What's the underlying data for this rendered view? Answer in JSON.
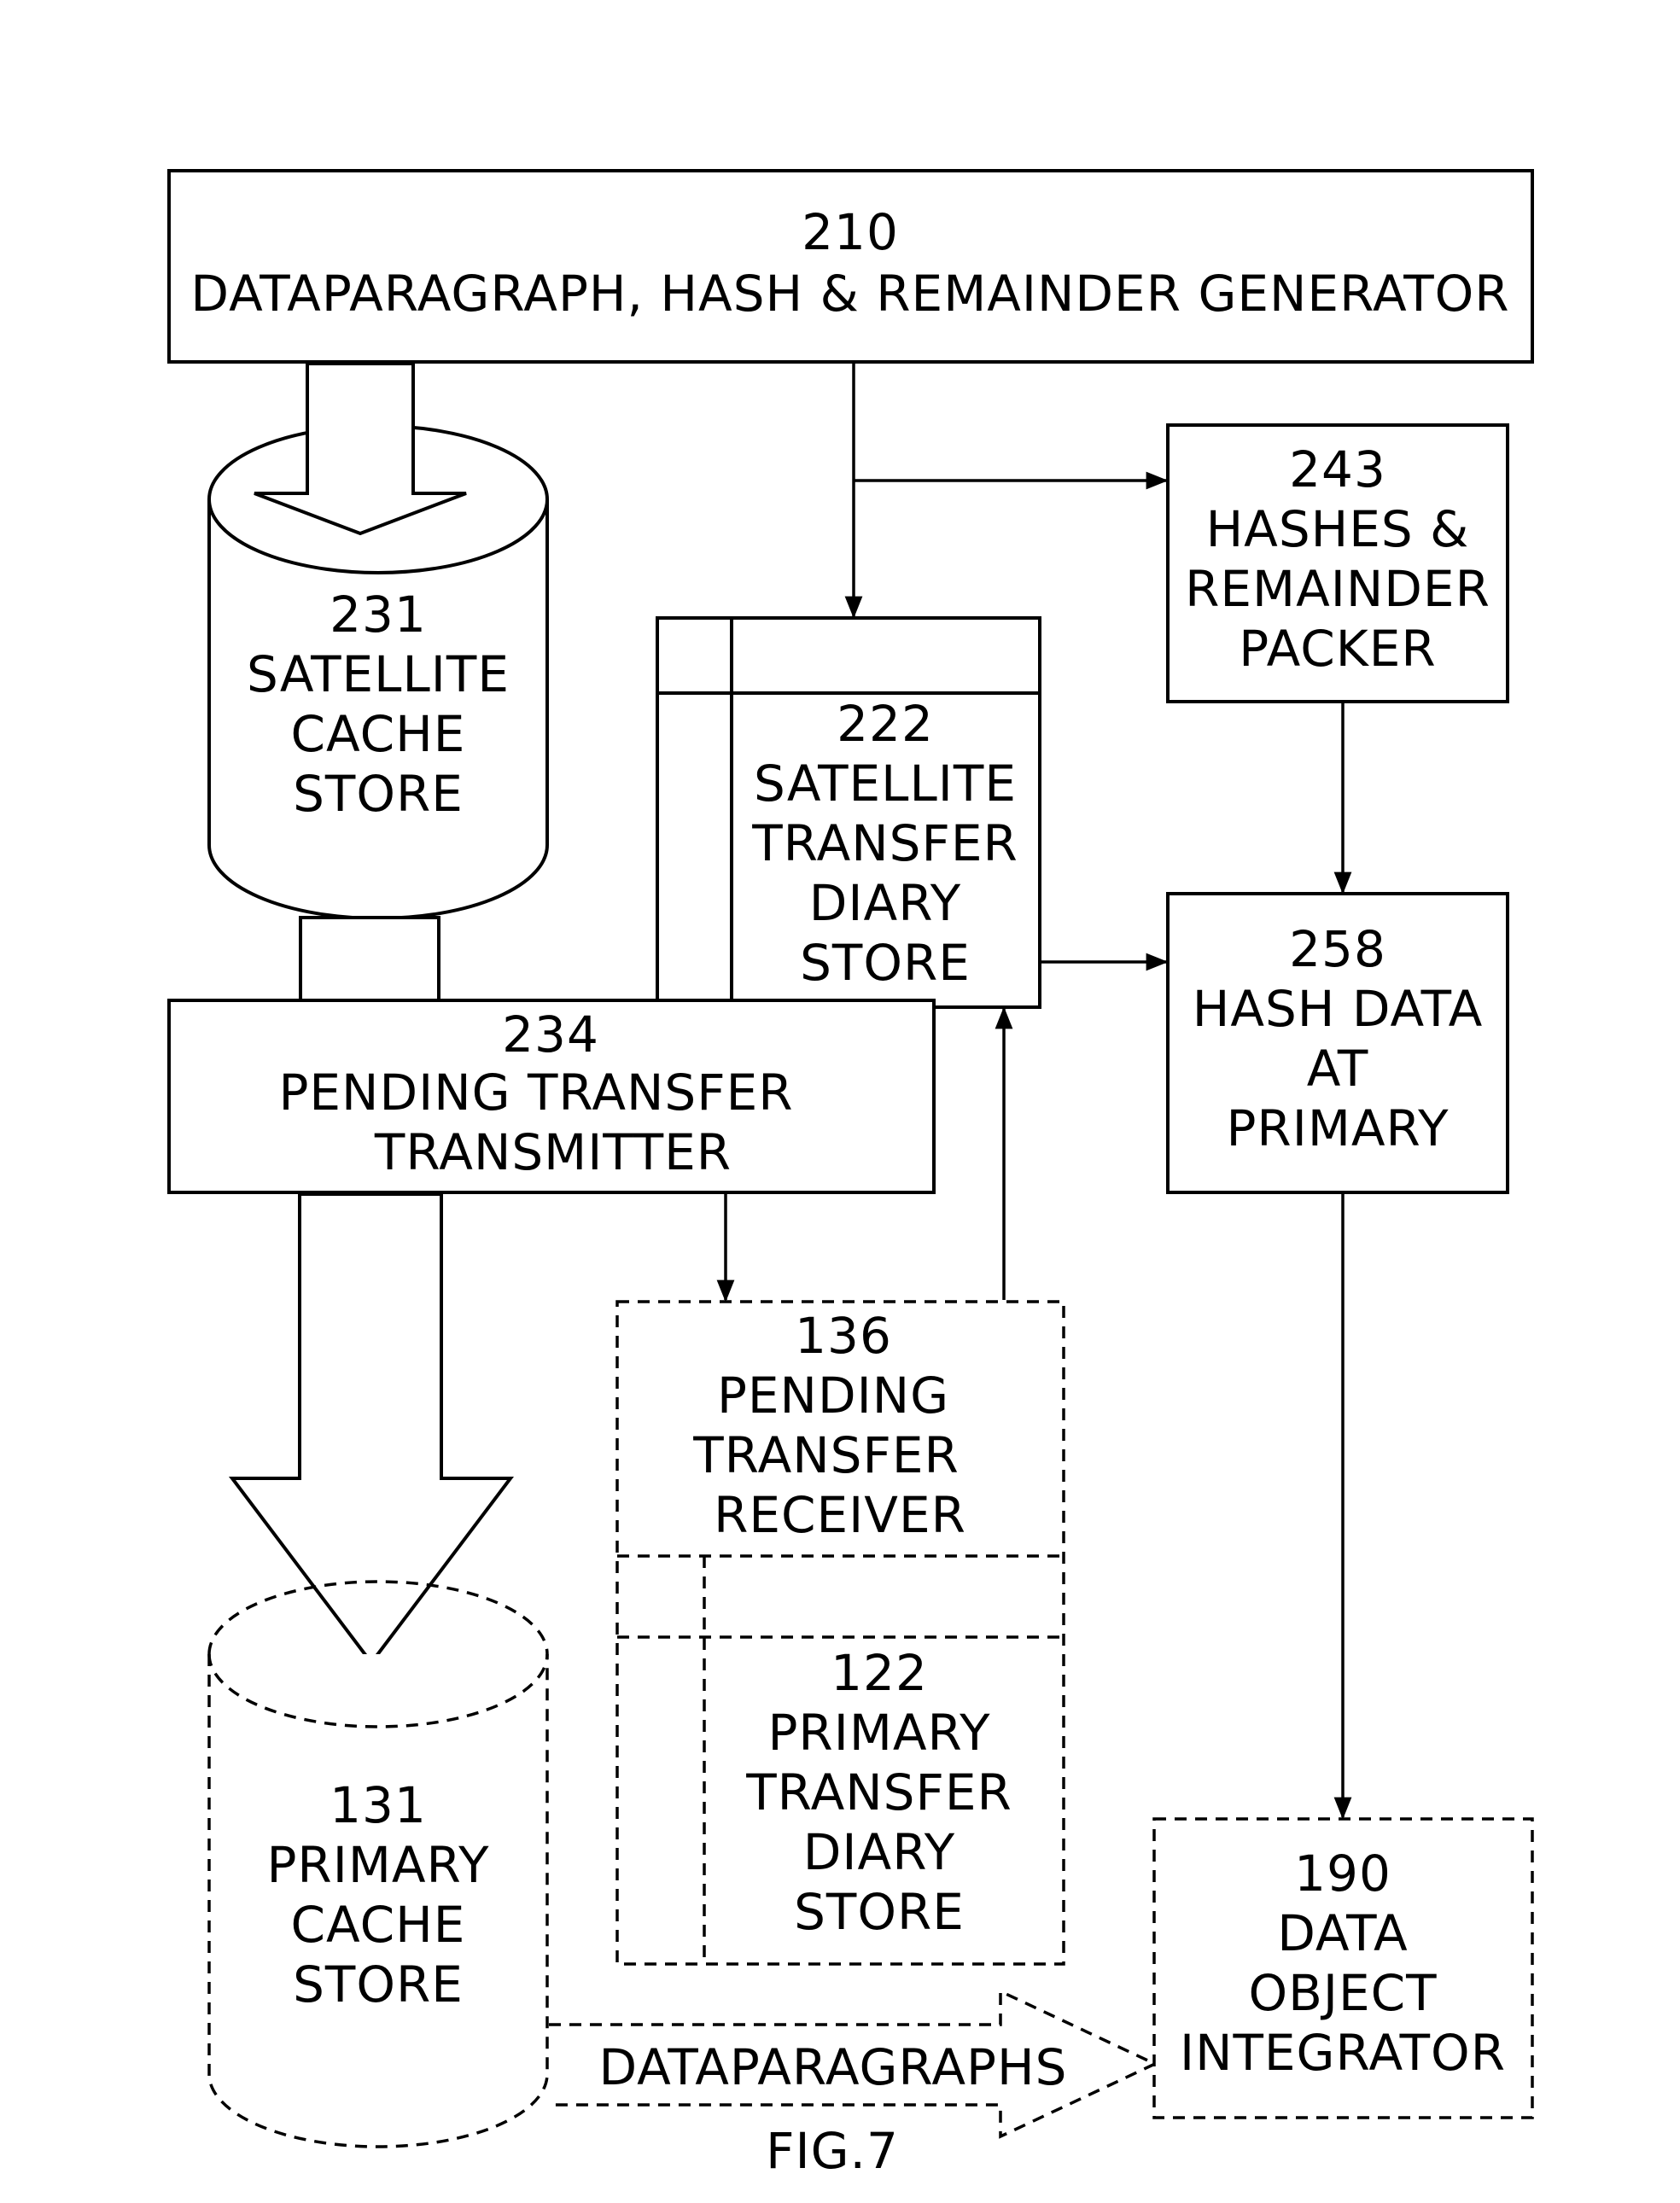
{
  "figure_label": "FIG.7",
  "blocks": {
    "generator": {
      "number": "210",
      "lines": [
        "DATAPARAGRAPH, HASH & REMAINDER  GENERATOR"
      ]
    },
    "satellite_cache": {
      "number": "231",
      "lines": [
        "SATELLITE",
        "CACHE",
        "STORE"
      ]
    },
    "satellite_diary": {
      "number": "222",
      "lines": [
        "SATELLITE",
        "TRANSFER",
        "DIARY",
        "STORE"
      ]
    },
    "hash_packer": {
      "number": "243",
      "lines": [
        "HASHES  &",
        "REMAINDER",
        "PACKER"
      ]
    },
    "hash_data": {
      "number": "258",
      "lines": [
        "HASH DATA",
        "AT",
        "PRIMARY"
      ]
    },
    "transmitter": {
      "number": "234",
      "lines": [
        "PENDING TRANSFER",
        "TRANSMITTER"
      ]
    },
    "receiver": {
      "number": "136",
      "lines": [
        "PENDING",
        "TRANSFER",
        "RECEIVER"
      ]
    },
    "primary_diary": {
      "number": "122",
      "lines": [
        "PRIMARY",
        "TRANSFER",
        "DIARY",
        "STORE"
      ]
    },
    "primary_cache": {
      "number": "131",
      "lines": [
        "PRIMARY",
        "CACHE",
        "STORE"
      ]
    },
    "integrator": {
      "number": "190",
      "lines": [
        "DATA",
        "OBJECT",
        "INTEGRATOR"
      ]
    }
  },
  "flow_label": "DATAPARAGRAPHS"
}
